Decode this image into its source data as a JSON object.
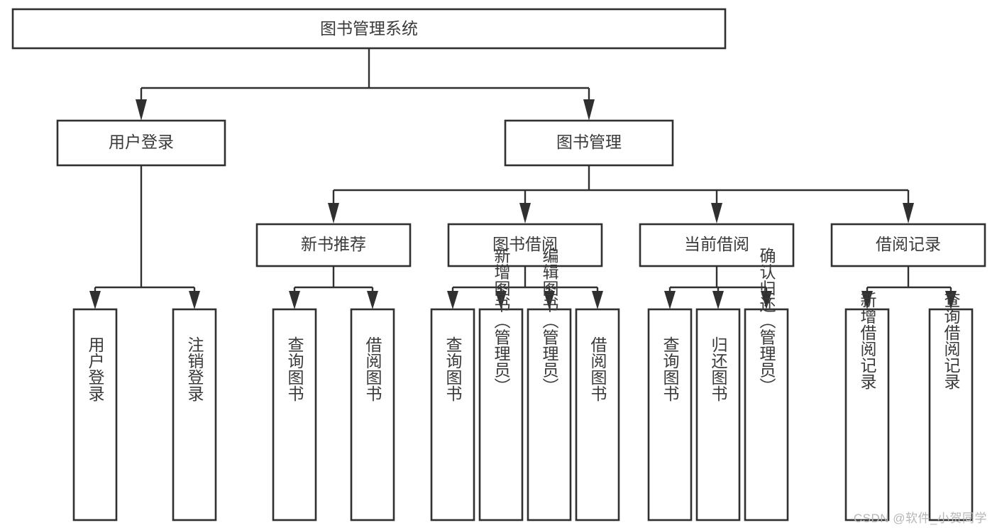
{
  "diagram": {
    "type": "tree-hierarchy",
    "title": "图书管理系统",
    "watermark": "CSDN @软件_小贺同学",
    "colors": {
      "stroke": "#303030",
      "node_fill": "#ffffff",
      "text": "#3a3a3a",
      "background": "#ffffff",
      "watermark": "#b6b6b6"
    },
    "root": {
      "label": "图书管理系统",
      "orientation": "horizontal"
    },
    "level2": [
      {
        "label": "用户登录",
        "orientation": "horizontal"
      },
      {
        "label": "图书管理",
        "orientation": "horizontal"
      }
    ],
    "level3": [
      {
        "label": "新书推荐",
        "orientation": "horizontal"
      },
      {
        "label": "图书借阅",
        "orientation": "horizontal"
      },
      {
        "label": "当前借阅",
        "orientation": "horizontal"
      },
      {
        "label": "借阅记录",
        "orientation": "horizontal"
      }
    ],
    "leaves": {
      "user_login": [
        {
          "label": "用户登录",
          "orientation": "vertical"
        },
        {
          "label": "注销登录",
          "orientation": "vertical"
        }
      ],
      "new_book_recommend": [
        {
          "label": "查询图书",
          "orientation": "vertical"
        },
        {
          "label": "借阅图书",
          "orientation": "vertical"
        }
      ],
      "book_borrow": [
        {
          "label": "查询图书",
          "orientation": "vertical"
        },
        {
          "label": "新增图书（管理员）",
          "orientation": "vertical"
        },
        {
          "label": "编辑图书（管理员）",
          "orientation": "vertical"
        },
        {
          "label": "借阅图书",
          "orientation": "vertical"
        }
      ],
      "current_borrow": [
        {
          "label": "查询图书",
          "orientation": "vertical"
        },
        {
          "label": "归还图书",
          "orientation": "vertical"
        },
        {
          "label": "确认归还（管理员）",
          "orientation": "vertical"
        }
      ],
      "borrow_record": [
        {
          "label": "新增借阅记录",
          "orientation": "vertical"
        },
        {
          "label": "查询借阅记录",
          "orientation": "vertical"
        }
      ]
    }
  }
}
